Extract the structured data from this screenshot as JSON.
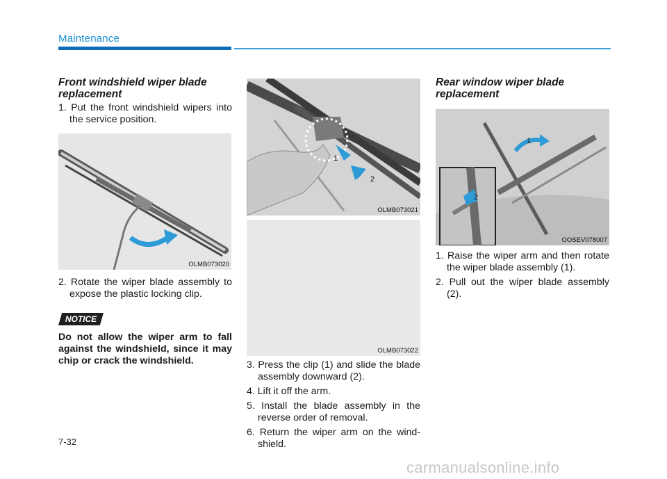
{
  "header": {
    "section": "Maintenance"
  },
  "left": {
    "heading": "Front windshield wiper blade replacement",
    "step1": "1. Put the front windshield wipers into the service position.",
    "fig1_code": "OLMB073020",
    "step2": "2. Rotate the wiper blade assembly to expose the plastic locking clip.",
    "notice_label": "NOTICE",
    "notice_text": "Do not allow the wiper arm to fall against the windshield, since it may chip or crack the windshield."
  },
  "middle": {
    "fig2_code": "OLMB073021",
    "fig2_label_1": "1",
    "fig2_label_2": "2",
    "fig3_code": "OLMB073022",
    "step3": "3. Press the clip (1) and slide the blade assembly downward (2).",
    "step4": "4. Lift it off the arm.",
    "step5": "5. Install the blade assembly in the reverse order of removal.",
    "step6": "6. Return the wiper arm on the wind- shield."
  },
  "right": {
    "heading": "Rear window wiper blade replacement",
    "fig4_code": "OOSEV078007",
    "fig4_label_1": "1",
    "fig4_label_2": "2",
    "step1": "1. Raise the wiper arm and then rotate the wiper blade assembly (1).",
    "step2": "2. Pull out the wiper blade assembly (2)."
  },
  "footer": {
    "page": "7-32",
    "watermark": "carmanualsonline.info"
  },
  "colors": {
    "accent": "#1b8fd0",
    "rule": "#0f6cb8",
    "arrow": "#2d9bd6"
  }
}
